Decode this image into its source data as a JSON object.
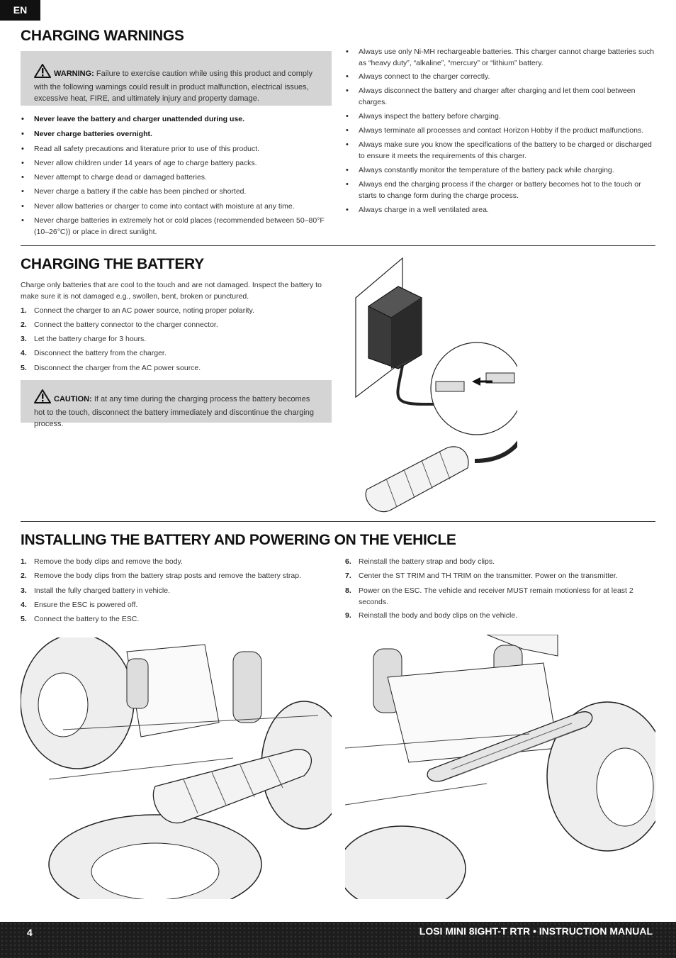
{
  "lang": "EN",
  "warnings": {
    "heading": "CHARGING WARNINGS",
    "box_label": "WARNING:",
    "box_text": "Failure to exercise caution while using this product and comply with the following warnings could result in product malfunction, electrical issues, excessive heat, FIRE, and ultimately injury and property damage.",
    "left_items": [
      "Never leave the battery and charger unattended during use.",
      "Never charge batteries overnight.",
      "Read all safety precautions and literature prior to use of this product.",
      "Never allow children under 14 years of age to charge battery packs.",
      "Never attempt to charge dead or damaged batteries.",
      "Never charge a battery if the cable has been pinched or shorted.",
      "Never allow batteries or charger to come into contact with moisture at any time.",
      "Never charge batteries in extremely hot or cold places (recommended between 50–80°F (10–26°C)) or place in direct sunlight."
    ],
    "right_items": [
      "Always use only Ni-MH rechargeable batteries. This charger cannot charge batteries such as “heavy duty”, “alkaline”, “mercury” or “lithium” battery.",
      "Always connect to the charger correctly.",
      "Always disconnect the battery and charger after charging and let them cool between charges.",
      "Always inspect the battery before charging.",
      "Always terminate all processes and contact Horizon Hobby if the product malfunctions.",
      "Always make sure you know the specifications of the battery to be charged or discharged to ensure it meets the requirements of this charger.",
      "Always constantly monitor the temperature of the battery pack while charging.",
      "Always end the charging process if the charger or battery becomes hot to the touch or starts to change form during the charge process.",
      "Always charge in a well ventilated area."
    ]
  },
  "charging": {
    "heading": "CHARGING THE BATTERY",
    "intro": "Charge only batteries that are cool to the touch and are not damaged. Inspect the battery to make sure it is not damaged e.g., swollen, bent, broken or punctured.",
    "steps": [
      {
        "num": "1.",
        "text": "Connect the charger to an AC power source, noting proper polarity."
      },
      {
        "num": "2.",
        "text": "Connect the battery connector to the charger connector."
      },
      {
        "num": "3.",
        "text": "Let the battery charge for 3 hours."
      },
      {
        "num": "4.",
        "text": "Disconnect the battery from the charger."
      },
      {
        "num": "5.",
        "text": "Disconnect the charger from the AC power source."
      }
    ],
    "caution_label": "CAUTION:",
    "caution_text": "If at any time during the charging process the battery becomes hot to the touch, disconnect the battery immediately and discontinue the charging process."
  },
  "installing": {
    "heading": "INSTALLING THE BATTERY AND POWERING ON THE VEHICLE",
    "steps_left": [
      {
        "num": "1.",
        "text": "Remove the body clips and remove the body."
      },
      {
        "num": "2.",
        "text": "Remove the body clips from the battery strap posts and remove the battery strap."
      },
      {
        "num": "3.",
        "text": "Install the fully charged battery in vehicle."
      },
      {
        "num": "4.",
        "text": "Ensure the ESC is powered off."
      },
      {
        "num": "5.",
        "text": "Connect the battery to the ESC."
      }
    ],
    "steps_right": [
      {
        "num": "6.",
        "text": "Reinstall the battery strap and body clips."
      },
      {
        "num": "7.",
        "text": "Center the ST TRIM and TH TRIM on the transmitter. Power on the transmitter."
      },
      {
        "num": "8.",
        "text": "Power on the ESC. The vehicle and receiver MUST remain motionless for at least 2 seconds."
      },
      {
        "num": "9.",
        "text": "Reinstall the body and body clips on the vehicle."
      }
    ]
  },
  "footer": {
    "page": "4",
    "title": "LOSI MINI 8IGHT-T RTR • INSTRUCTION MANUAL"
  }
}
